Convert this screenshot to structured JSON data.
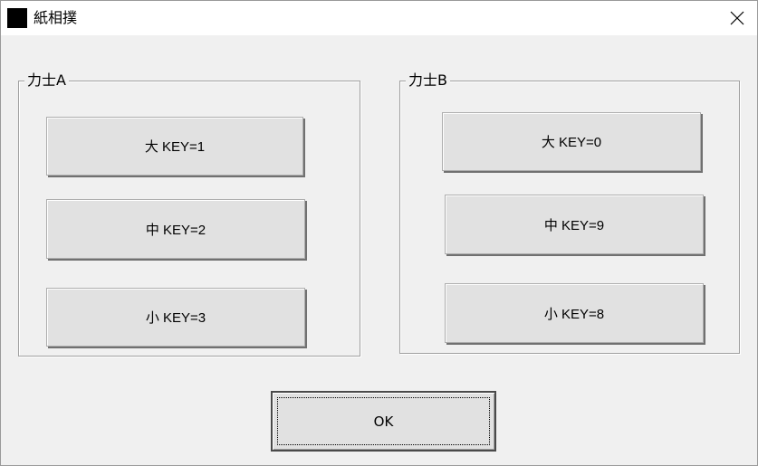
{
  "window": {
    "title": "紙相撲"
  },
  "groups": {
    "a": {
      "label": "力士A",
      "buttons": [
        {
          "label": "大 KEY=1"
        },
        {
          "label": "中 KEY=2"
        },
        {
          "label": "小 KEY=3"
        }
      ]
    },
    "b": {
      "label": "力士B",
      "buttons": [
        {
          "label": "大 KEY=0"
        },
        {
          "label": "中 KEY=9"
        },
        {
          "label": "小 KEY=8"
        }
      ]
    }
  },
  "ok_button": {
    "label": "OK"
  },
  "icons": {
    "app": "app-icon",
    "close": "close-icon"
  }
}
